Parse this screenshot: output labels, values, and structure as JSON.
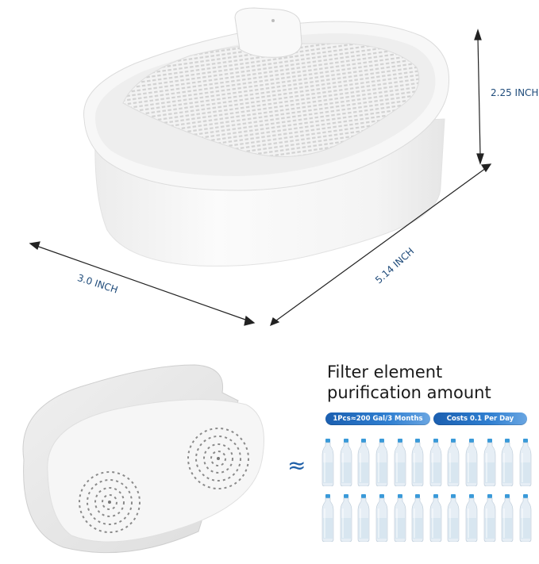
{
  "dimensions": {
    "height": "2.25 INCH",
    "length": "5.14 INCH",
    "width": "3.0 INCH"
  },
  "info": {
    "title_line1": "Filter element",
    "title_line2": "purification amount",
    "badge_capacity": "1Pcs≈200 Gal/3 Months",
    "badge_cost": "Costs 0.1 Per Day",
    "approx_symbol": "≈"
  },
  "bottles": {
    "rows": 2,
    "per_row": 12,
    "cap_color": "#3a9ad9"
  },
  "colors": {
    "accent_blue": "#1f5fa8",
    "label_blue": "#1f4b7a",
    "badge_start": "#1b5fb0",
    "badge_end": "#6aa6e2"
  }
}
